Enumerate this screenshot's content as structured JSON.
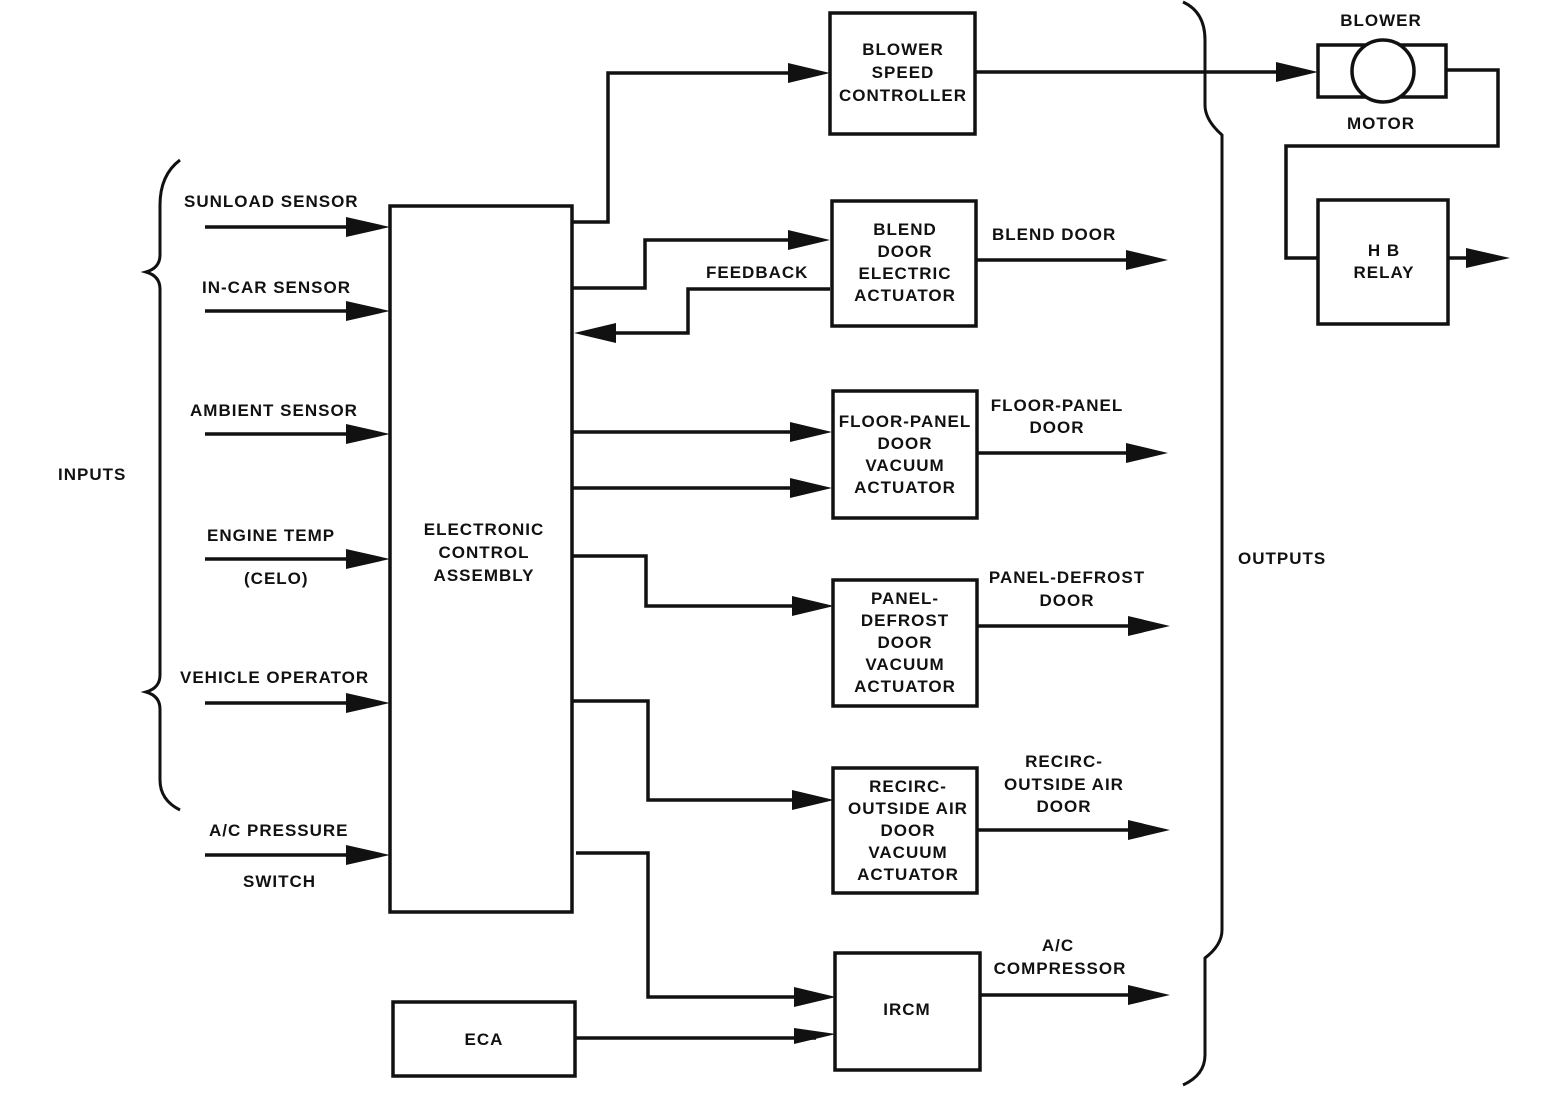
{
  "inputs": {
    "title": "INPUTS",
    "sunload": "SUNLOAD SENSOR",
    "incar": "IN-CAR SENSOR",
    "ambient": "AMBIENT SENSOR",
    "engine_line1": "ENGINE TEMP",
    "engine_line2": "(CELO)",
    "operator": "VEHICLE OPERATOR",
    "ac_line1": "A/C PRESSURE",
    "ac_line2": "SWITCH"
  },
  "eca_block": {
    "line1": "ELECTRONIC",
    "line2": "CONTROL",
    "line3": "ASSEMBLY"
  },
  "eca": "ECA",
  "feedback": "FEEDBACK",
  "outputs_title": "OUTPUTS",
  "blower_controller": {
    "line1": "BLOWER",
    "line2": "SPEED",
    "line3": "CONTROLLER"
  },
  "blend_actuator": {
    "line1": "BLEND",
    "line2": "DOOR",
    "line3": "ELECTRIC",
    "line4": "ACTUATOR"
  },
  "floor_actuator": {
    "line1": "FLOOR-PANEL",
    "line2": "DOOR",
    "line3": "VACUUM",
    "line4": "ACTUATOR"
  },
  "defrost_actuator": {
    "line1": "PANEL-",
    "line2": "DEFROST",
    "line3": "DOOR",
    "line4": "VACUUM",
    "line5": "ACTUATOR"
  },
  "recirc_actuator": {
    "line1": "RECIRC-",
    "line2": "OUTSIDE AIR",
    "line3": "DOOR",
    "line4": "VACUUM",
    "line5": "ACTUATOR"
  },
  "ircm": "IRCM",
  "out_labels": {
    "blend_door": "BLEND DOOR",
    "floor_line1": "FLOOR-PANEL",
    "floor_line2": "DOOR",
    "defrost_line1": "PANEL-DEFROST",
    "defrost_line2": "DOOR",
    "recirc_line1": "RECIRC-",
    "recirc_line2": "OUTSIDE AIR",
    "recirc_line3": "DOOR",
    "ac_line1": "A/C",
    "ac_line2": "COMPRESSOR"
  },
  "blower_motor": {
    "top": "BLOWER",
    "bottom": "MOTOR"
  },
  "hb_relay": {
    "line1": "H B",
    "line2": "RELAY"
  }
}
